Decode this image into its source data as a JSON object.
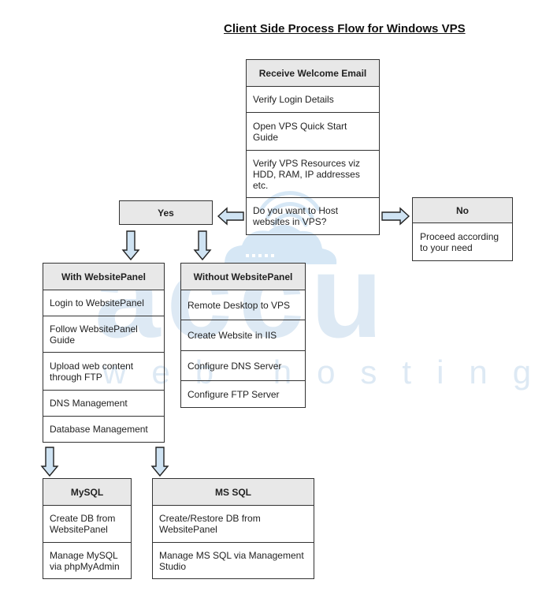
{
  "title": "Client Side Process Flow for Windows VPS",
  "watermark": {
    "brand": "accu",
    "tagline": "web hosting",
    "color": "#cfe3f3"
  },
  "colors": {
    "header_fill": "#e8e8e8",
    "arrow_fill": "#cfe3f3",
    "border": "#333333"
  },
  "main": {
    "header": "Receive Welcome Email",
    "steps": [
      "Verify Login Details",
      "Open VPS Quick Start Guide",
      "Verify VPS Resources viz HDD, RAM, IP addresses etc.",
      "Do you want to Host websites in VPS?"
    ]
  },
  "yes": {
    "label": "Yes"
  },
  "no": {
    "header": "No",
    "steps": [
      "Proceed according to your need"
    ]
  },
  "with_panel": {
    "header": "With WebsitePanel",
    "steps": [
      "Login to WebsitePanel",
      "Follow WebsitePanel Guide",
      "Upload web content through FTP",
      "DNS Management",
      "Database Management"
    ]
  },
  "without_panel": {
    "header": "Without WebsitePanel",
    "steps": [
      "Remote Desktop to VPS",
      "Create Website in IIS",
      "Configure DNS Server",
      "Configure FTP Server"
    ]
  },
  "mysql": {
    "header": "MySQL",
    "steps": [
      "Create DB from WebsitePanel",
      "Manage MySQL via phpMyAdmin"
    ]
  },
  "mssql": {
    "header": "MS SQL",
    "steps": [
      "Create/Restore DB from WebsitePanel",
      "Manage MS SQL via Management Studio"
    ]
  }
}
